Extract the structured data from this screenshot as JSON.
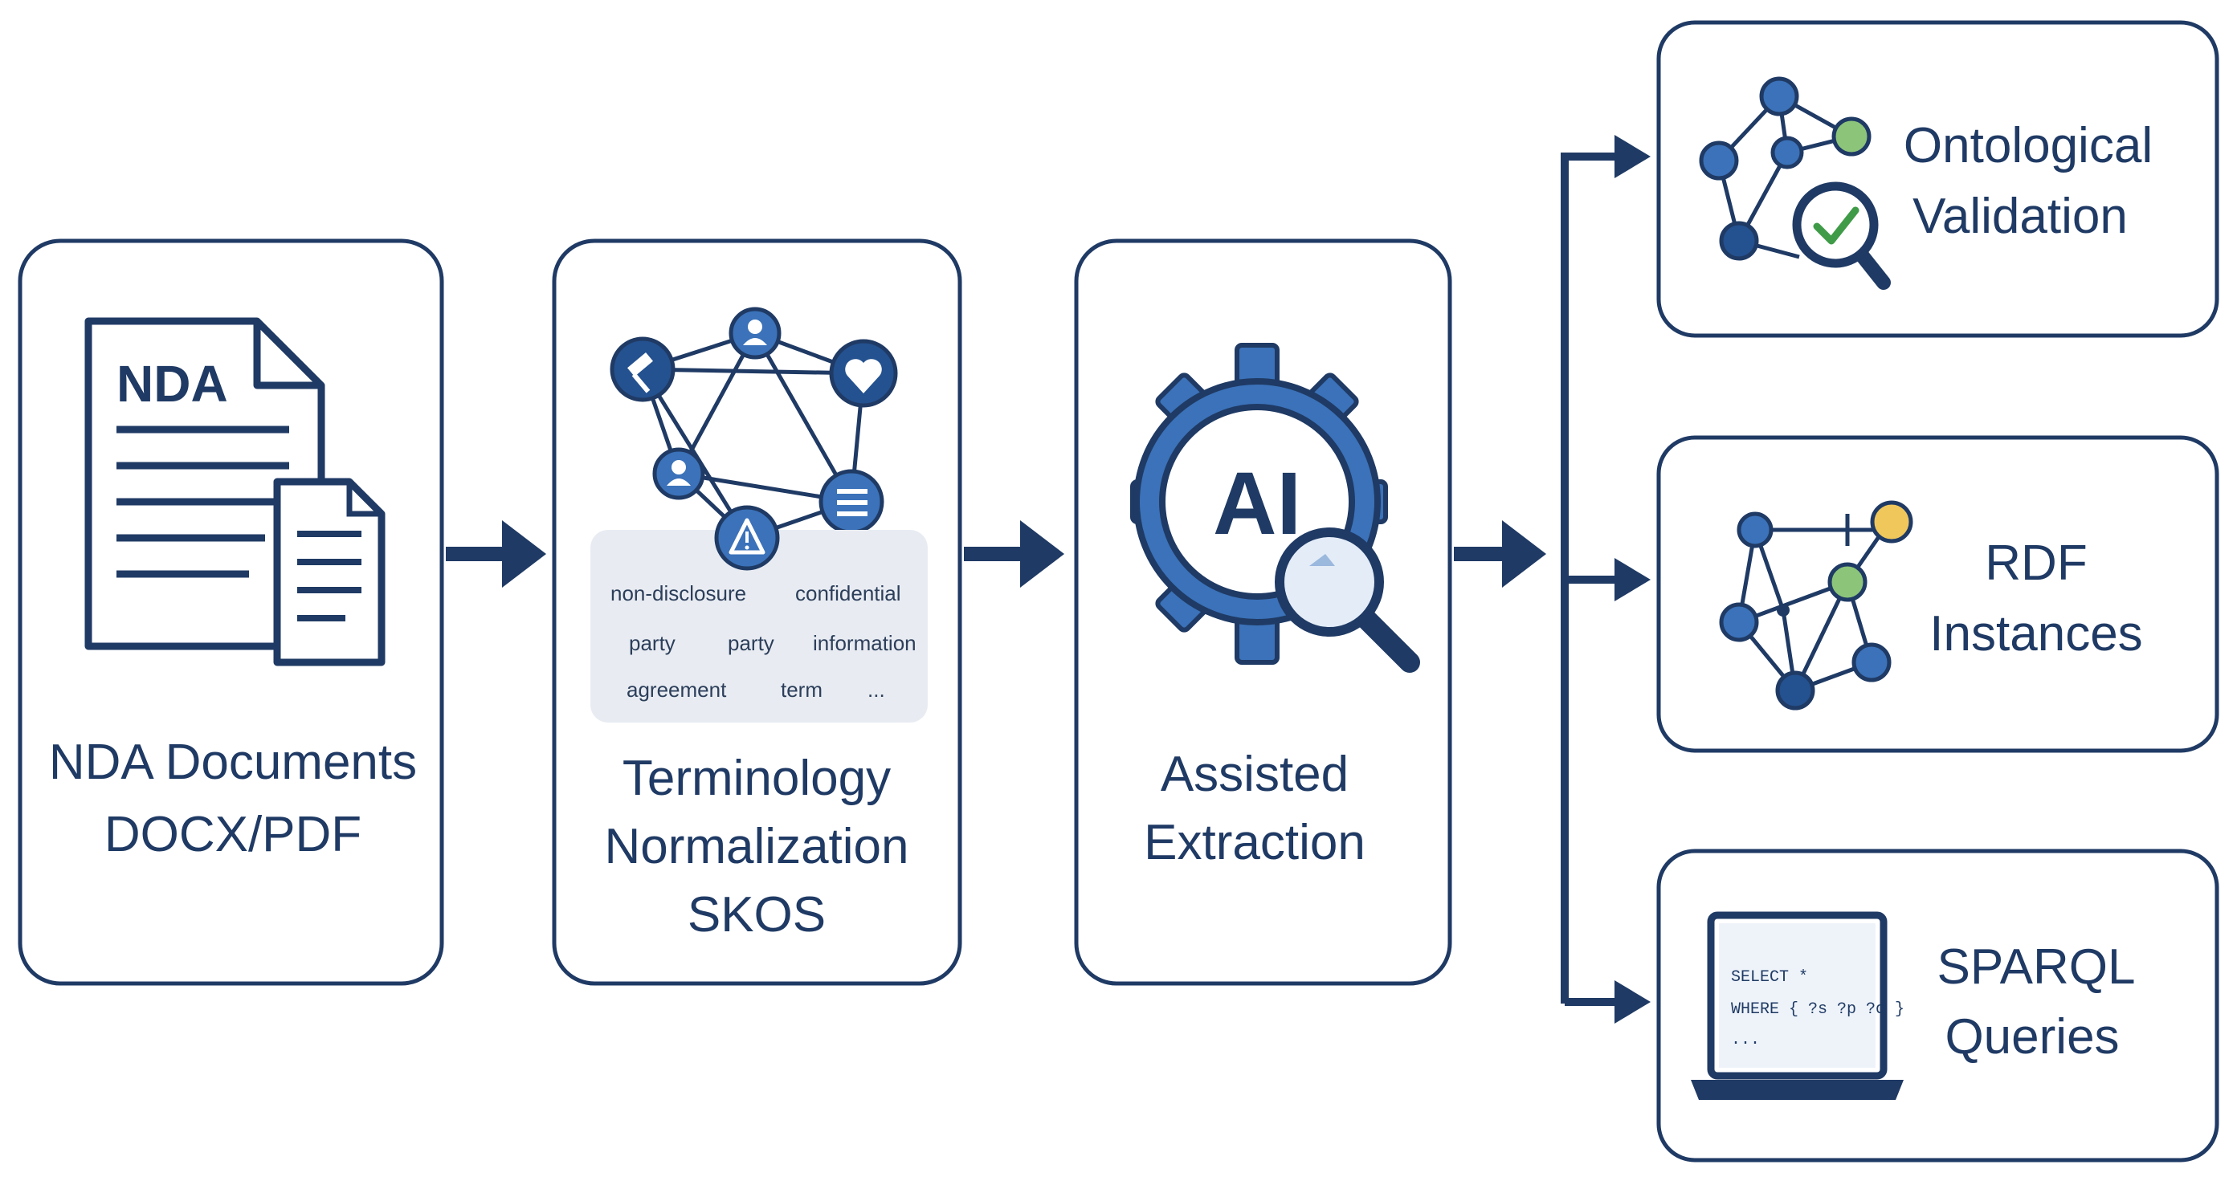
{
  "stages": {
    "documents": {
      "title": "NDA Documents",
      "subtitle": "DOCX/PDF",
      "doc_label": "NDA"
    },
    "normalization": {
      "title_line1": "Terminology",
      "title_line2": "Normalization",
      "subtitle": "SKOS",
      "terms": [
        "non-disclosure",
        "confidential",
        "party",
        "party",
        "information",
        "agreement",
        "term",
        "..."
      ]
    },
    "extraction": {
      "title_line1": "Assisted",
      "title_line2": "Extraction",
      "badge": "AI"
    }
  },
  "outputs": {
    "validation": {
      "title_line1": "Ontological",
      "title_line2": "Validation"
    },
    "rdf": {
      "title_line1": "RDF",
      "title_line2": "Instances"
    },
    "sparql": {
      "title_line1": "SPARQL",
      "title_line2": "Queries",
      "code_line1": "SELECT *",
      "code_line2": "WHERE { ?s ?p ?o }",
      "code_line3": "..."
    }
  },
  "colors": {
    "primary": "#1f3a64",
    "node_blue": "#3b72b9",
    "node_dark": "#24518f",
    "node_green": "#8cc47a",
    "node_yellow": "#f0c75a",
    "check_green": "#3f9b47",
    "term_panel": "#e8ecf2"
  }
}
